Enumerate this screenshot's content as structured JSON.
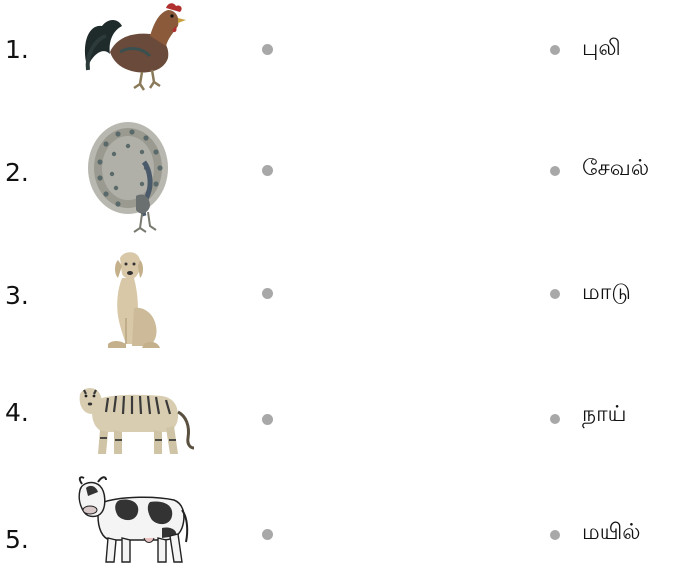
{
  "rows": [
    {
      "number": "1.",
      "animal": "rooster-picture",
      "word": "புலி"
    },
    {
      "number": "2.",
      "animal": "peacock-picture",
      "word": "சேவல்"
    },
    {
      "number": "3.",
      "animal": "dog-picture",
      "word": "மாடு"
    },
    {
      "number": "4.",
      "animal": "tiger-picture",
      "word": "நாய்"
    },
    {
      "number": "5.",
      "animal": "cow-picture",
      "word": "மயில்"
    }
  ],
  "colors": {
    "text": "#111111",
    "dot": "#a8a8a8"
  }
}
